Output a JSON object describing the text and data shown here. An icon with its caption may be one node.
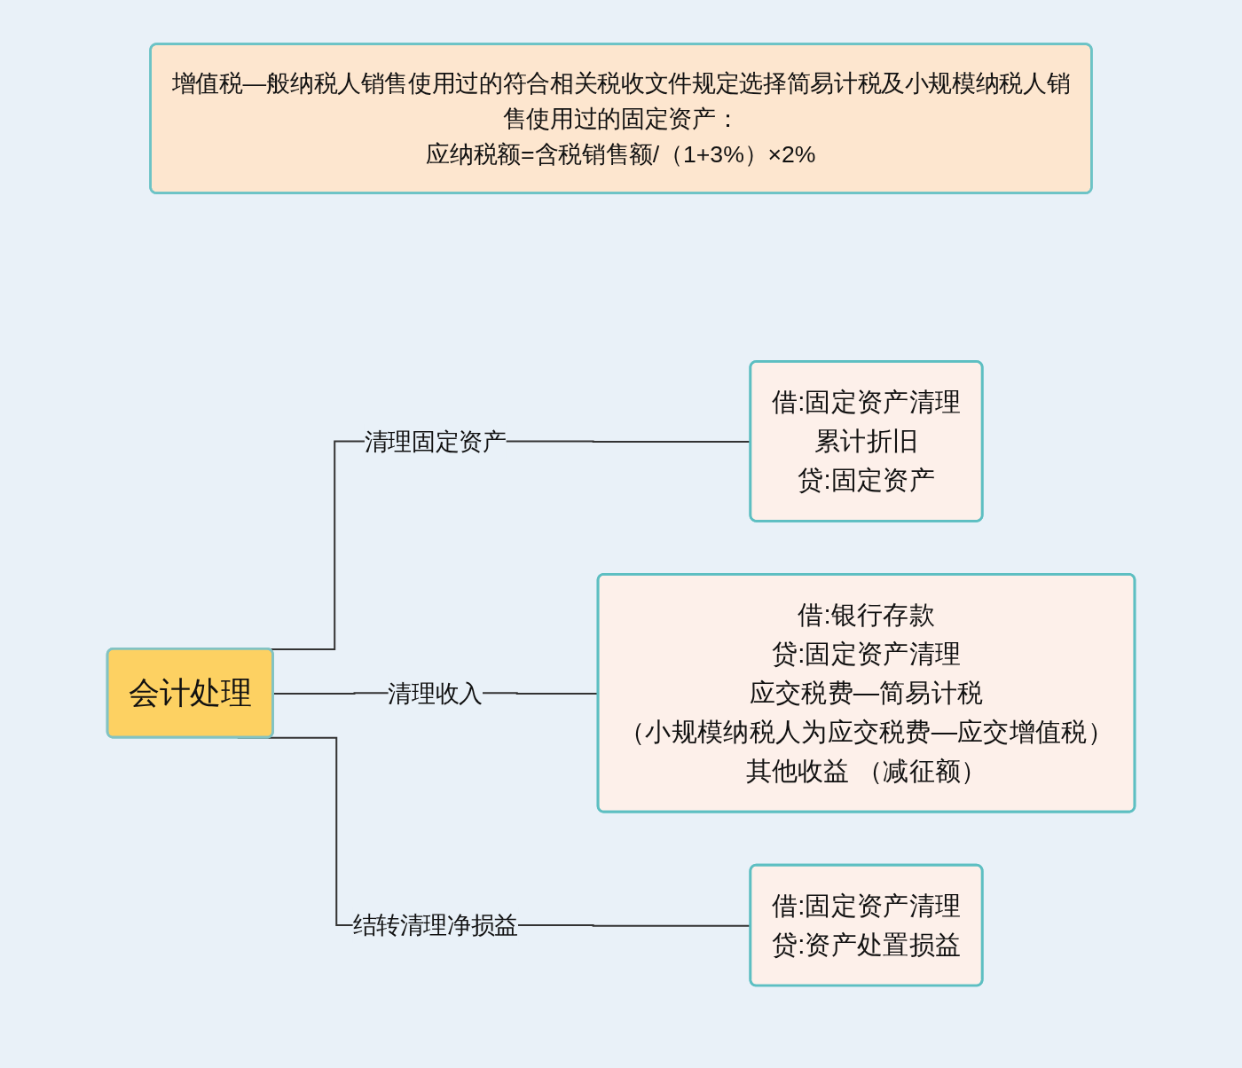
{
  "diagram": {
    "nodes": [
      {
        "text": [
          "增值税—般纳税人销售使用过的符合相关税收文件规定选择简易计税及小规模纳税人销售使用过的固定资产：",
          "应纳税额=含税销售额/（1+3%）×2%"
        ]
      },
      {
        "text": [
          "会计处理"
        ]
      },
      {
        "text": [
          "借:固定资产清理",
          "累计折旧",
          "贷:固定资产"
        ]
      },
      {
        "text": [
          "借:银行存款",
          "贷:固定资产清理",
          "应交税费—简易计税",
          "（小规模纳税人为应交税费—应交增值税）",
          "其他收益 （减征额）"
        ]
      },
      {
        "text": [
          "借:固定资产清理",
          "贷:资产处置损益"
        ]
      }
    ],
    "edges": [
      {
        "from": 1,
        "to": 2,
        "arrow": "none",
        "label": "清理固定资产"
      },
      {
        "from": 1,
        "to": 3,
        "arrow": "none",
        "label": "清理收入"
      },
      {
        "from": 1,
        "to": 4,
        "arrow": "none",
        "label": "结转清理净损益"
      }
    ]
  }
}
